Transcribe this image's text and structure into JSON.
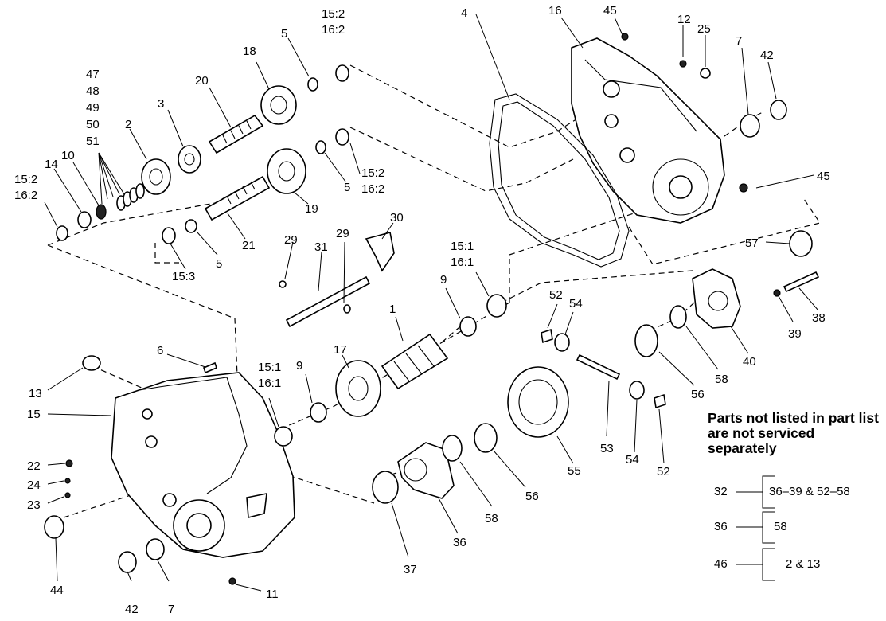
{
  "callouts": [
    "1",
    "2",
    "3",
    "4",
    "5",
    "5",
    "5",
    "6",
    "7",
    "7",
    "9",
    "9",
    "10",
    "11",
    "12",
    "13",
    "14",
    "15",
    "16",
    "17",
    "18",
    "19",
    "20",
    "21",
    "22",
    "23",
    "24",
    "25",
    "29",
    "29",
    "30",
    "31",
    "36",
    "37",
    "38",
    "39",
    "40",
    "42",
    "42",
    "44",
    "45",
    "45",
    "52",
    "52",
    "53",
    "54",
    "54",
    "55",
    "56",
    "56",
    "57",
    "58",
    "58"
  ],
  "multi_labels": {
    "seal_top": [
      "15:2",
      "16:2"
    ],
    "seal_mid": [
      "15:2",
      "16:2"
    ],
    "seal_left": [
      "15:2",
      "16:2"
    ],
    "bushing_right": [
      "15:1",
      "16:1"
    ],
    "bushing_low": [
      "15:1",
      "16:1"
    ],
    "bearing_low": "15:3",
    "spring_stack": [
      "47",
      "48",
      "49",
      "50",
      "51"
    ]
  },
  "note": "Parts not listed in part list are not serviced separately",
  "kit_table": [
    {
      "part": "32",
      "includes": "36–39 & 52–58"
    },
    {
      "part": "36",
      "includes": "58"
    },
    {
      "part": "46",
      "includes": "2 & 13"
    }
  ]
}
